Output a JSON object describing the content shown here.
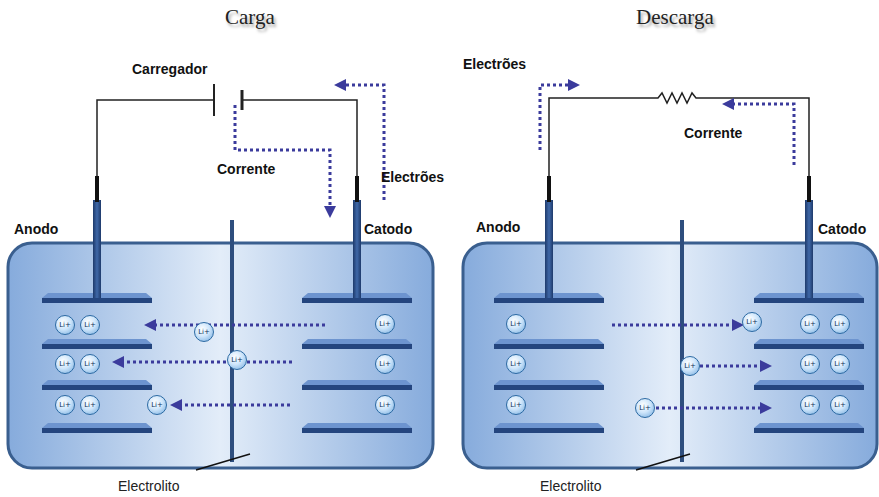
{
  "diagram": {
    "nodes": [
      {
        "text": [
          "Li+"
        ]
      },
      {
        "text": [
          "Li+"
        ]
      },
      {
        "text": [
          "Li+"
        ]
      },
      {
        "text": [
          "Li+"
        ]
      },
      {
        "text": [
          "Li+"
        ]
      },
      {
        "text": [
          "Li+"
        ]
      },
      {
        "text": [
          "Li+"
        ]
      },
      {
        "text": [
          "Li+"
        ]
      },
      {
        "text": [
          "Li+"
        ]
      },
      {
        "text": [
          "Li+"
        ]
      },
      {
        "text": [
          "Li+"
        ]
      },
      {
        "text": [
          "Li+"
        ]
      },
      {
        "text": [
          "Li+"
        ]
      },
      {
        "text": [
          "Li+"
        ]
      },
      {
        "text": [
          "Li+"
        ]
      },
      {
        "text": [
          "Li+"
        ]
      },
      {
        "text": [
          "Li+"
        ]
      },
      {
        "text": [
          "Li+"
        ]
      },
      {
        "text": [
          "Li+"
        ]
      },
      {
        "text": [
          "Li+"
        ]
      },
      {
        "text": [
          "Li+"
        ]
      },
      {
        "text": [
          "Li+"
        ]
      },
      {
        "text": [
          "Li+"
        ]
      },
      {
        "text": [
          "Li+"
        ]
      }
    ],
    "labels": [
      "Carga",
      "Descarga",
      "Carregador",
      "Electrões",
      "Corrente",
      "Anodo",
      "Catodo",
      "Electrolito",
      "Electrões",
      "Corrente",
      "Anodo",
      "Catodo",
      "Electrolito"
    ]
  }
}
